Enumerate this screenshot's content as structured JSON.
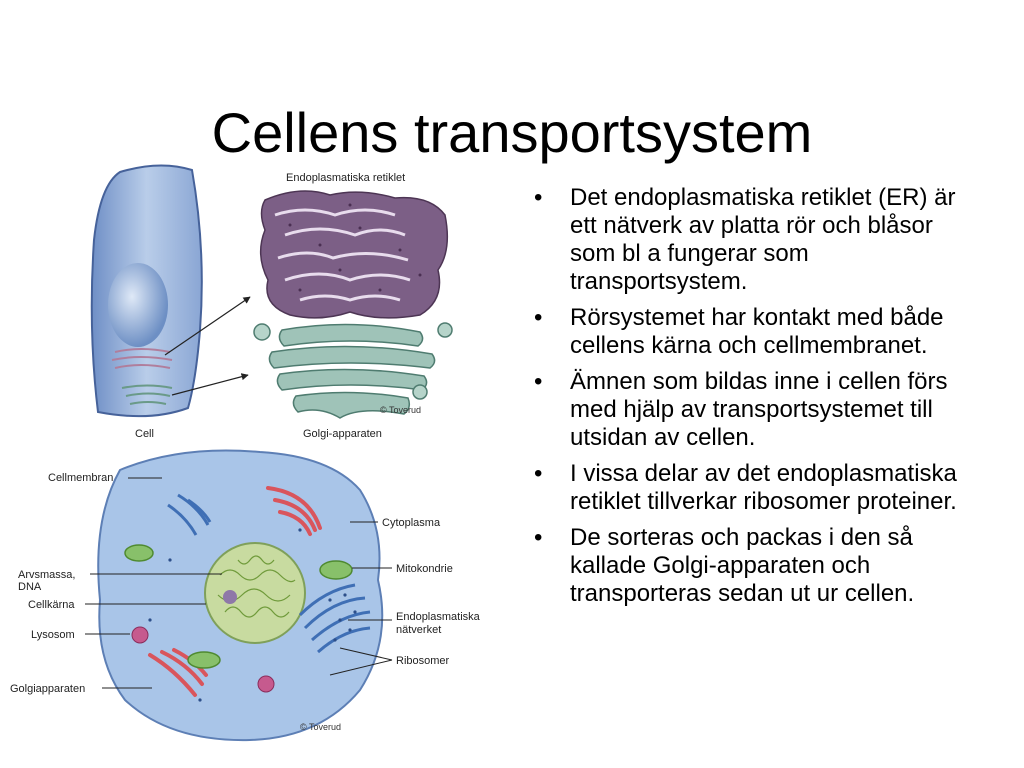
{
  "title": "Cellens transportsystem",
  "bullets": [
    "Det endoplasmatiska retiklet (ER) är ett nätverk av platta rör och blåsor som bl a fungerar som transportsystem.",
    "Rörsystemet har kontakt med både cellens kärna och cellmembranet.",
    "Ämnen som bildas inne i cellen förs med hjälp av transportsystemet till utsidan av cellen.",
    "I vissa delar av det endoplasmatiska retiklet tillverkar ribosomer proteiner.",
    "De sorteras och packas i den så kallade Golgi-apparaten och transporteras sedan ut ur cellen."
  ],
  "bullet_symbol": "•",
  "top_figure": {
    "er_label": "Endoplasmatiska retiklet",
    "cell_label": "Cell",
    "golgi_label": "Golgi-apparaten",
    "copyright": "© Toverud"
  },
  "bottom_figure": {
    "labels": {
      "cellmembran": "Cellmembran",
      "arvsmassa": "Arvsmassa,",
      "dna": "DNA",
      "cellkarna": "Cellkärna",
      "lysosom": "Lysosom",
      "golgiapparaten": "Golgiapparaten",
      "cytoplasma": "Cytoplasma",
      "mitokondrie": "Mitokondrie",
      "er_line1": "Endoplasmatiska",
      "er_line2": "nätverket",
      "ribosomer": "Ribosomer"
    },
    "copyright": "© Toverud"
  },
  "colors": {
    "cell_blue": "#a9c5e8",
    "nucleus_green": "#c8dba0",
    "er_purple": "#7c5f86",
    "golgi_teal": "#9fc3b8",
    "mito_green": "#88c06a",
    "lysosome_magenta": "#c65a8e",
    "golgi_red": "#d9555c"
  }
}
